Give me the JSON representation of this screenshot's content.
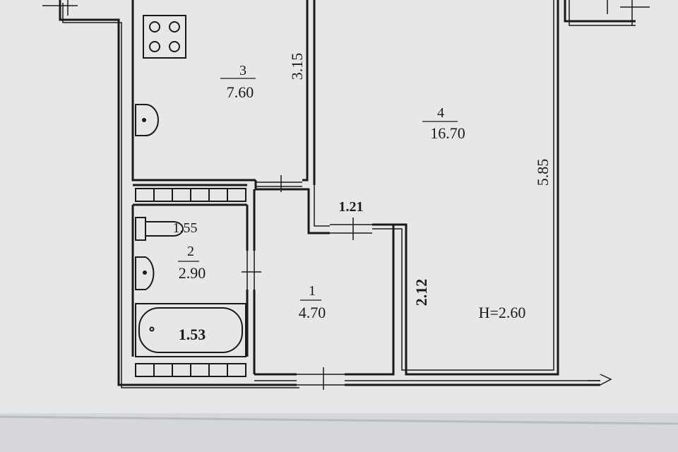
{
  "rooms": [
    {
      "number": "1",
      "area": "4.70"
    },
    {
      "number": "2",
      "area": "2.90"
    },
    {
      "number": "3",
      "area": "7.60"
    },
    {
      "number": "4",
      "area": "16.70"
    }
  ],
  "dimensions": {
    "kitchen_wall": "3.15",
    "room_wall": "5.85",
    "corridor_wall": "2.12",
    "door_width": "1.21",
    "toilet_area": "1.55",
    "bath_area": "1.53"
  },
  "ceiling_height": "H=2.60",
  "colors": {
    "paper": "#e6e7e9",
    "wall": "#1a1a1a",
    "fixture_fill": "#e9eaec"
  }
}
